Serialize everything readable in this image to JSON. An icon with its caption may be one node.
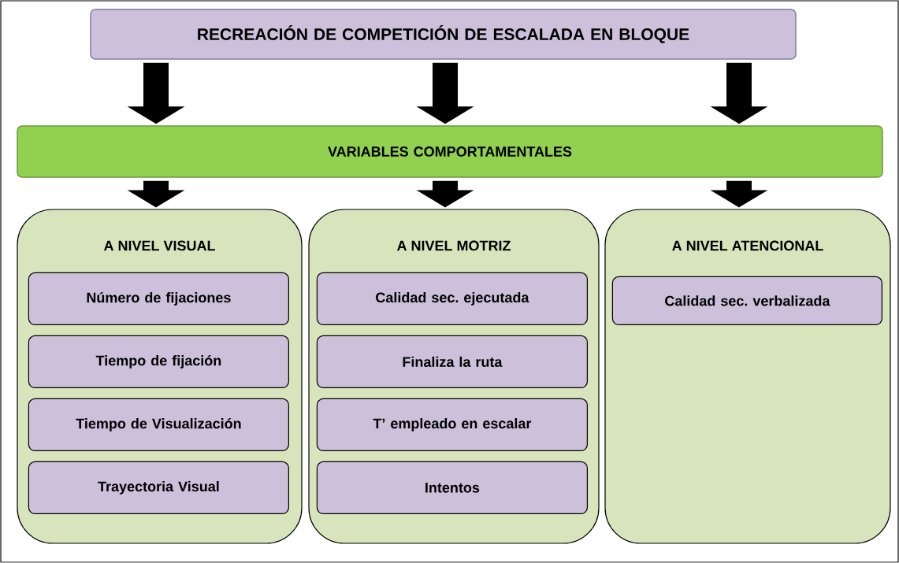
{
  "diagram": {
    "nodes": [
      {
        "text": [
          "RECREACIÓN DE COMPETICIÓN DE ESCALADA EN BLOQUE"
        ]
      },
      {
        "text": [
          "VARIABLES COMPORTAMENTALES"
        ]
      },
      {
        "text": [
          "A NIVEL VISUAL"
        ]
      },
      {
        "text": [
          "Número de fijaciones"
        ],
        "in": 2
      },
      {
        "text": [
          "Tiempo de fijación"
        ],
        "in": 2
      },
      {
        "text": [
          "Tiempo de Visualización"
        ],
        "in": 2
      },
      {
        "text": [
          "Trayectoria Visual"
        ],
        "in": 2
      },
      {
        "text": [
          "A NIVEL MOTRIZ"
        ]
      },
      {
        "text": [
          "Calidad sec. ejecutada"
        ],
        "in": 7
      },
      {
        "text": [
          "Finaliza la ruta"
        ],
        "in": 7
      },
      {
        "text": [
          "T’ empleado en escalar"
        ],
        "in": 7
      },
      {
        "text": [
          "Intentos"
        ],
        "in": 7
      },
      {
        "text": [
          "A NIVEL ATENCIONAL"
        ]
      },
      {
        "text": [
          "Calidad sec. verbalizada"
        ],
        "in": 12
      }
    ],
    "edges": [
      {
        "from": 0,
        "to": 1,
        "arrow": "to"
      },
      {
        "from": 0,
        "to": 1,
        "arrow": "to"
      },
      {
        "from": 0,
        "to": 1,
        "arrow": "to"
      },
      {
        "from": 1,
        "to": 2,
        "arrow": "to"
      },
      {
        "from": 1,
        "to": 7,
        "arrow": "to"
      },
      {
        "from": 1,
        "to": 12,
        "arrow": "to"
      }
    ]
  }
}
